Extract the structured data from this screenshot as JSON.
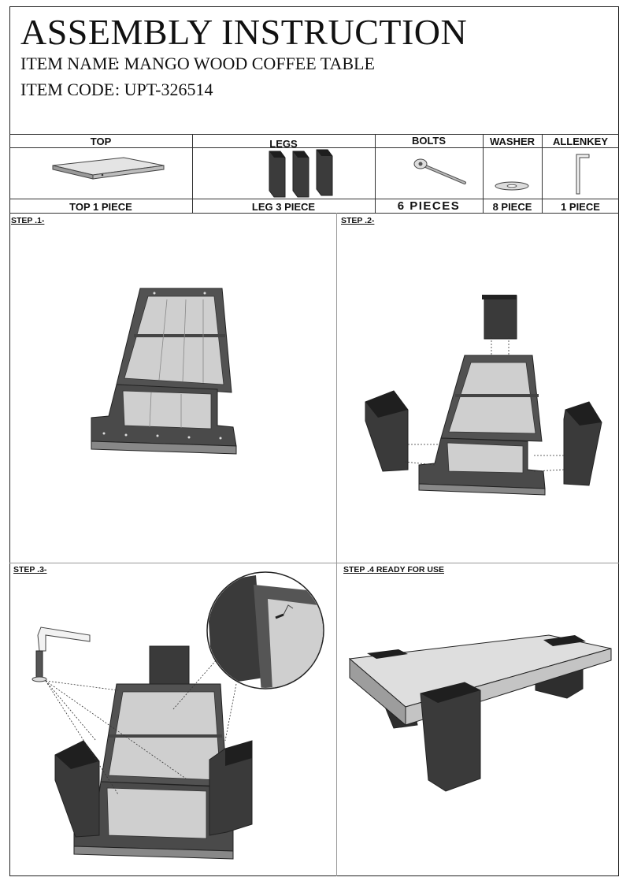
{
  "header": {
    "title": "ASSEMBLY INSTRUCTION",
    "item_name_label": "ITEM NAME",
    "item_name_value": ": MANGO WOOD COFFEE TABLE",
    "item_code_label": "ITEM CODE",
    "item_code_value": ": UPT-326514"
  },
  "parts": [
    {
      "name": "TOP",
      "quantity": "TOP 1 PIECE",
      "icon": "table-top-icon"
    },
    {
      "name": "LEGS",
      "quantity": "LEG 3 PIECE",
      "icon": "legs-icon"
    },
    {
      "name": "BOLTS",
      "quantity": "6 PIECES",
      "icon": "bolt-icon"
    },
    {
      "name": "WASHER",
      "quantity": "8 PIECE",
      "icon": "washer-icon"
    },
    {
      "name": "ALLENKEY",
      "quantity": "1 PIECE",
      "icon": "allen-key-icon"
    }
  ],
  "steps": [
    {
      "label": "STEP .1-"
    },
    {
      "label": "STEP .2-"
    },
    {
      "label": "STEP .3-"
    },
    {
      "label_prefix": "STEP .4",
      "label_suffix": " READY FOR USE"
    }
  ],
  "colors": {
    "leg": "#3a3a3a",
    "frame": "#555555",
    "plank": "#cfcfcf",
    "top": "#e2e2e2"
  }
}
